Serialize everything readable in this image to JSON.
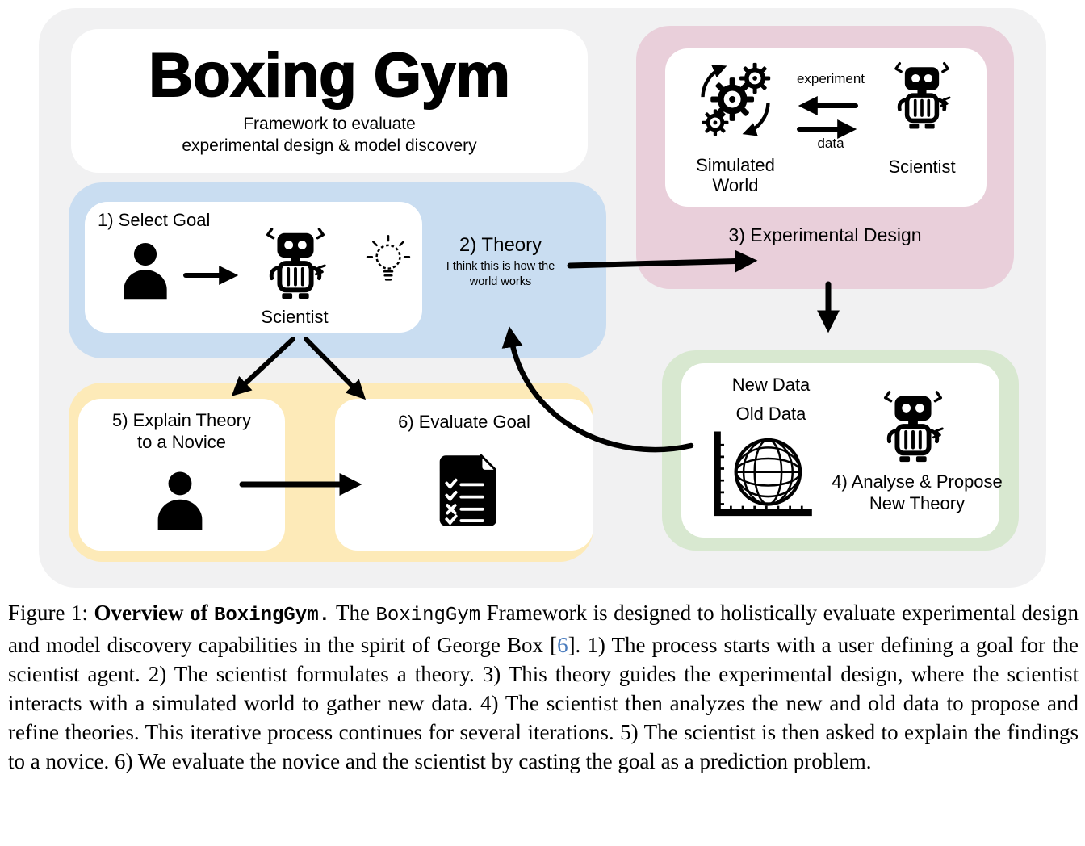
{
  "diagram": {
    "title": "Boxing Gym",
    "subtitle_line1": "Framework to evaluate",
    "subtitle_line2": "experimental design & model discovery",
    "select_goal": {
      "label": "1) Select Goal",
      "scientist": "Scientist"
    },
    "theory": {
      "label": "2) Theory",
      "sub_line1": "I think this is how the",
      "sub_line2": "world works"
    },
    "experimental_design": {
      "label": "3) Experimental Design",
      "simulated_world_line1": "Simulated",
      "simulated_world_line2": "World",
      "experiment_label": "experiment",
      "data_label": "data",
      "scientist": "Scientist"
    },
    "analyse": {
      "new_data": "New Data",
      "old_data": "Old Data",
      "label_line1": "4) Analyse & Propose",
      "label_line2": "New Theory"
    },
    "explain": {
      "label_line1": "5) Explain Theory",
      "label_line2": "to a Novice"
    },
    "evaluate": {
      "label": "6) Evaluate Goal"
    },
    "colors": {
      "figure_bg": "#f1f1f2",
      "select_goal_bg": "#c9ddf1",
      "experimental_design_bg": "#e9cfda",
      "explain_bg": "#fdeab8",
      "analyse_bg": "#d8e8d0",
      "citation_color": "#4b7dbe"
    }
  },
  "caption": {
    "figure_label": "Figure 1: ",
    "bold_intro": "Overview of ",
    "bold_mono": "BoxingGym.",
    "body1": " The ",
    "mono1": "BoxingGym",
    "body2": " Framework is designed to holistically evaluate experimental design and model discovery capabilities in the spirit of George Box [",
    "cite": "6",
    "body3": "]. 1) The process starts with a user defining a goal for the scientist agent. 2) The scientist formulates a theory. 3) This theory guides the experimental design, where the scientist interacts with a simulated world to gather new data. 4) The scientist then analyzes the new and old data to propose and refine theories. This iterative process continues for several iterations. 5) The scientist is then asked to explain the findings to a novice. 6) We evaluate the novice and the scientist by casting the goal as a prediction problem."
  }
}
